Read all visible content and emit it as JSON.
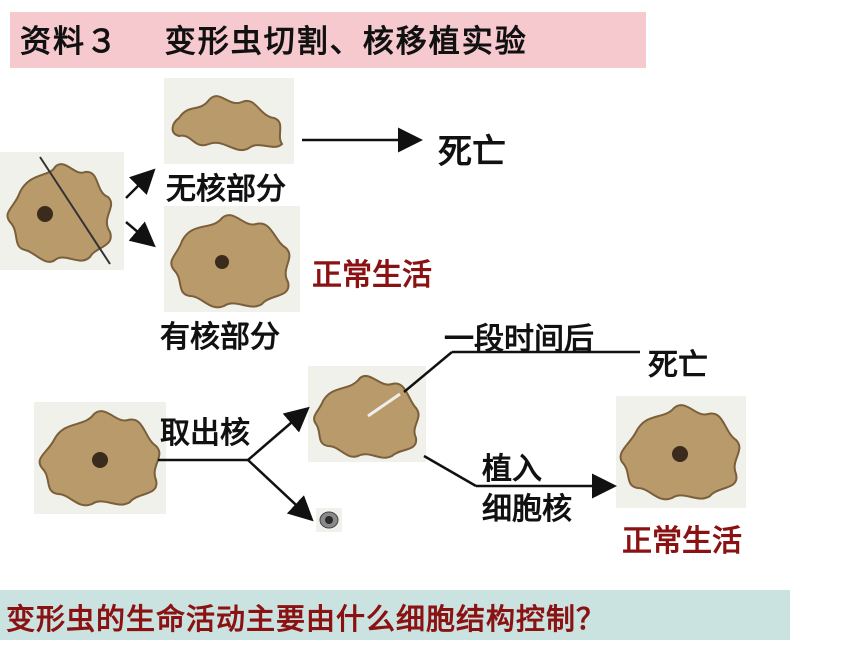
{
  "title": "资料３　 变形虫切割、核移植实验",
  "labels": {
    "no_nucleus_part": "无核部分",
    "death_1": "死亡",
    "normal_life_1": "正常生活",
    "with_nucleus_part": "有核部分",
    "after_time": "一段时间后",
    "death_2": "死亡",
    "remove_nucleus": "取出核",
    "implant_line1": "植入",
    "implant_line2": "细胞核",
    "normal_life_2": "正常生活"
  },
  "question": "变形虫的生命活动主要由什么细胞结构控制？",
  "colors": {
    "title_bg": "#f6c9cf",
    "question_bg": "#cbe3e0",
    "accent_red": "#8b1212",
    "amoeba": "#b99a6b"
  }
}
